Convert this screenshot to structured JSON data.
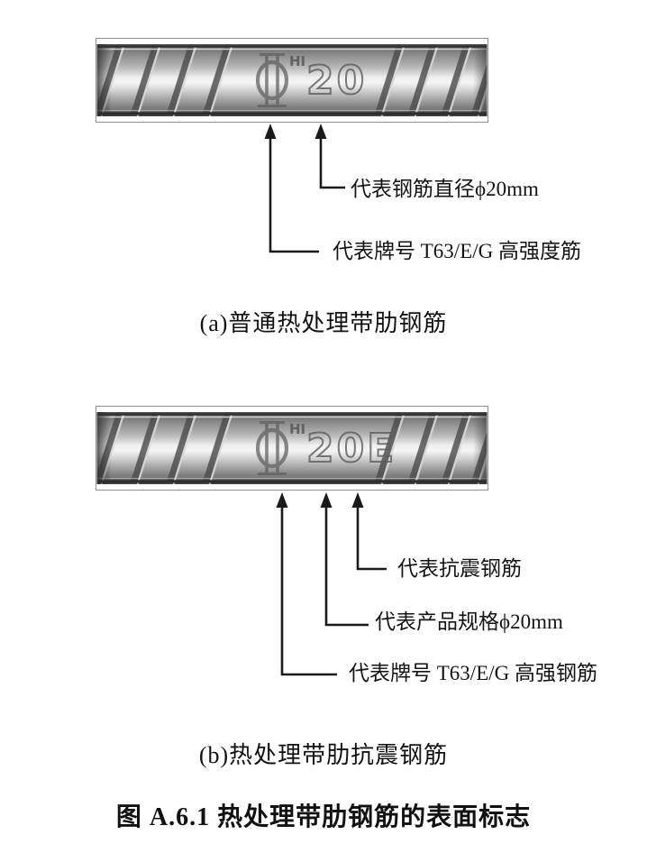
{
  "figure": {
    "title": "图 A.6.1 热处理带肋钢筋的表面标志",
    "ink_color": "#1a1a1a",
    "panels": [
      {
        "id": "a",
        "caption": "(a)普通热处理带肋钢筋",
        "marking_logo": "circled-double-bar-manufacturer-logo",
        "marking_super": "HI",
        "marking_text": "20",
        "labels": [
          "代表钢筋直径ϕ20mm",
          "代表牌号 T63/E/G 高强度筋"
        ]
      },
      {
        "id": "b",
        "caption": "(b)热处理带肋抗震钢筋",
        "marking_logo": "circled-double-bar-manufacturer-logo",
        "marking_super": "HI",
        "marking_text": "20E",
        "labels": [
          "代表抗震钢筋",
          "代表产品规格ϕ20mm",
          "代表牌号 T63/E/G 高强钢筋"
        ]
      }
    ]
  }
}
